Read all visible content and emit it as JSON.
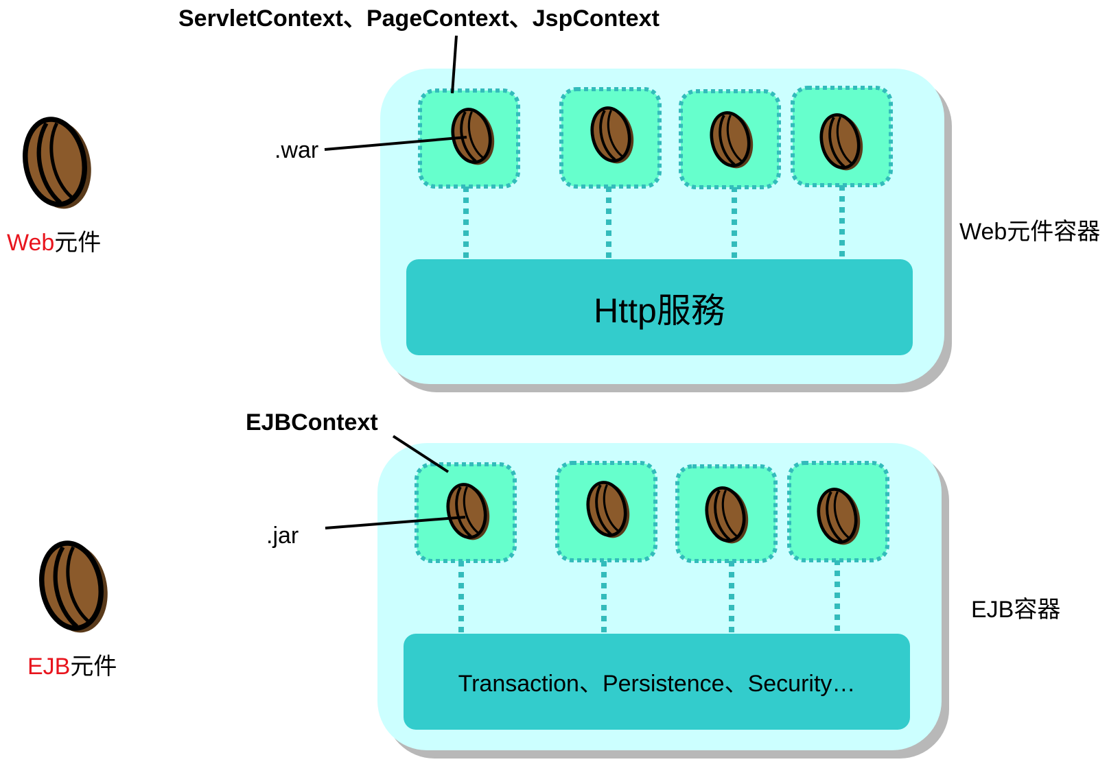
{
  "colors": {
    "container_fill": "#ccffff",
    "container_shadow": "#b8b8b8",
    "component_fill": "#66ffcc",
    "dotted_border": "#33bbbb",
    "service_fill": "#33cccc",
    "bean_fill": "#8b5a2b",
    "bean_shadow": "#5a3a1a",
    "legend_accent": "#e8141d",
    "text": "#000000"
  },
  "web_container": {
    "context_label": "ServletContext、PageContext、JspContext",
    "archive_label": ".war",
    "service_label": "Http服務",
    "container_label": "Web元件容器",
    "component_count": 4
  },
  "ejb_container": {
    "context_label": "EJBContext",
    "archive_label": ".jar",
    "service_label": "Transaction、Persistence、Security…",
    "container_label": "EJB容器",
    "component_count": 4
  },
  "legend": {
    "web": {
      "accent": "Web",
      "suffix": "元件",
      "icon": "coffee-bean-icon"
    },
    "ejb": {
      "accent": "EJB",
      "suffix": "元件",
      "icon": "coffee-bean-icon"
    }
  }
}
